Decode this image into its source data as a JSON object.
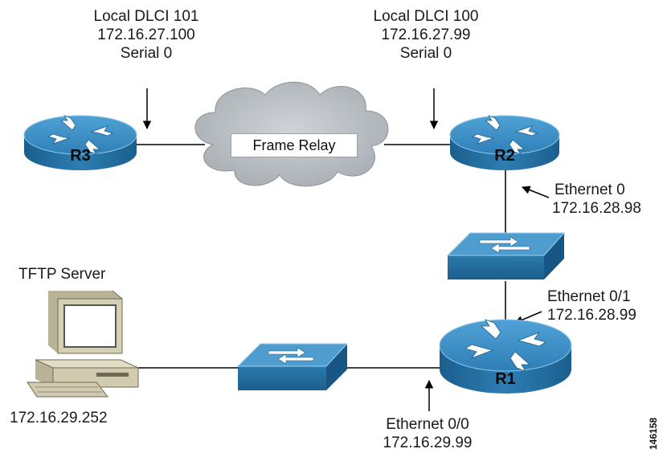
{
  "r3": {
    "name": "R3",
    "label": [
      "Local DLCI 101",
      "172.16.27.100",
      "Serial 0"
    ]
  },
  "r2": {
    "name": "R2",
    "label": [
      "Local DLCI 100",
      "172.16.27.99",
      "Serial 0"
    ],
    "eth": [
      "Ethernet 0",
      "172.16.28.98"
    ]
  },
  "r1": {
    "name": "R1",
    "eth01": [
      "Ethernet 0/1",
      "172.16.28.99"
    ],
    "eth00": [
      "Ethernet 0/0",
      "172.16.29.99"
    ]
  },
  "cloud": {
    "label": "Frame Relay"
  },
  "server": {
    "title": "TFTP Server",
    "ip": "172.16.29.252"
  },
  "figure_id": "146158",
  "colors": {
    "router_top": "#3f8fc4",
    "router_side": "#1d6698",
    "switch_top": "#4f9ccf",
    "cloud": "#b9bec3",
    "line": "#000000"
  },
  "icons": {
    "router": "router-icon",
    "switch": "switch-icon",
    "cloud": "cloud-icon",
    "pc": "pc-icon"
  }
}
